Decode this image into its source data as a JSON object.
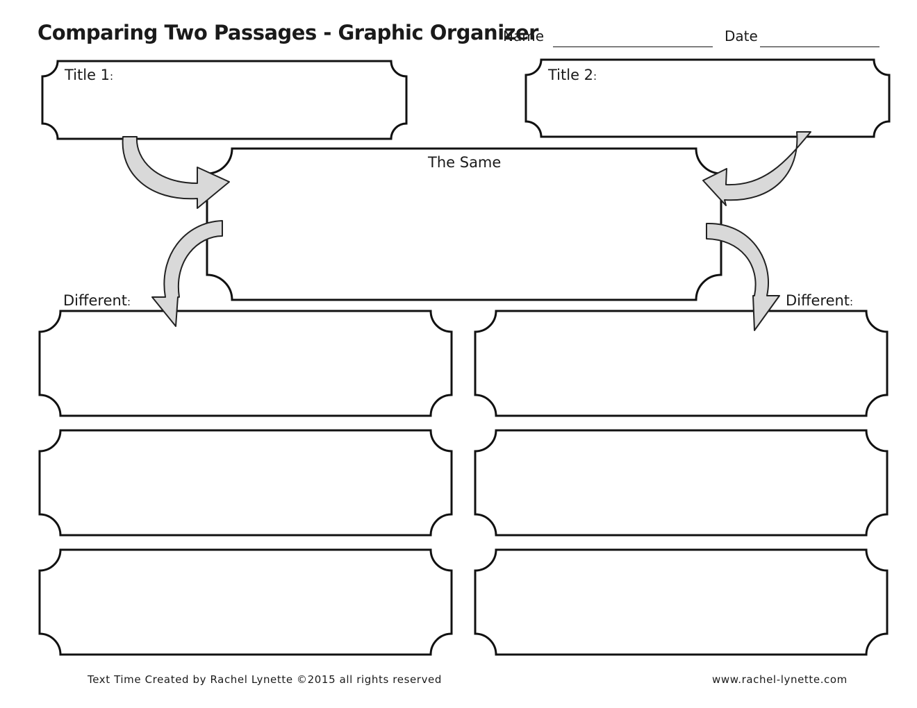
{
  "header": {
    "title": "Comparing Two Passages - Graphic Organizer",
    "name_label": "Name",
    "date_label": "Date"
  },
  "boxes": {
    "title1_label": "Title 1",
    "title2_label": "Title 2",
    "same_label": "The Same",
    "different_left_label": "Different",
    "different_right_label": "Different",
    "colon": ":"
  },
  "footer": {
    "credit": "Text Time Created by Rachel Lynette ©2015 all rights reserved",
    "website": "www.rachel-lynette.com"
  }
}
